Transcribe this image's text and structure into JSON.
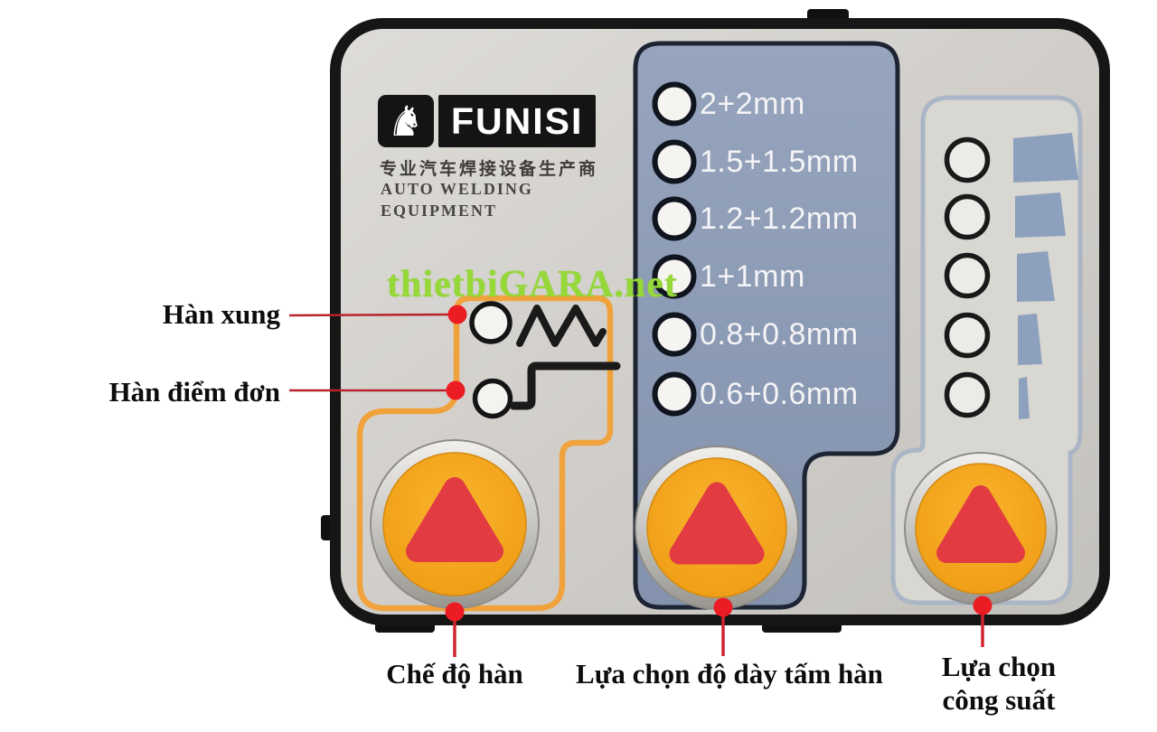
{
  "device": {
    "brand": "FUNISI",
    "brand_cn": "专业汽车焊接设备生产商",
    "brand_sub1": "AUTO WELDING",
    "brand_sub2": "EQUIPMENT",
    "horse_glyph": "♞"
  },
  "watermark": "thietbiGARA.net",
  "weld_mode": {
    "pulse_label": "Hàn xung",
    "single_spot_label": "Hàn điểm đơn",
    "button_label": "Chế độ hàn"
  },
  "thickness": {
    "options": [
      "2+2mm",
      "1.5+1.5mm",
      "1.2+1.2mm",
      "1+1mm",
      "0.8+0.8mm",
      "0.6+0.6mm"
    ],
    "button_label": "Lựa chọn độ dày tấm hàn"
  },
  "power": {
    "levels": 5,
    "button_label_line1": "Lựa chọn",
    "button_label_line2": "công suất"
  },
  "colors": {
    "accent_orange": "#f0a23c",
    "button_orange": "#f5a51d",
    "triangle_red": "#e23b42",
    "panel_blue": "#8e9cb6",
    "panel_silver": "#cfccc8",
    "callout_red": "#c02531",
    "dot_red": "#ec1c24",
    "watermark_green": "#95d838"
  }
}
